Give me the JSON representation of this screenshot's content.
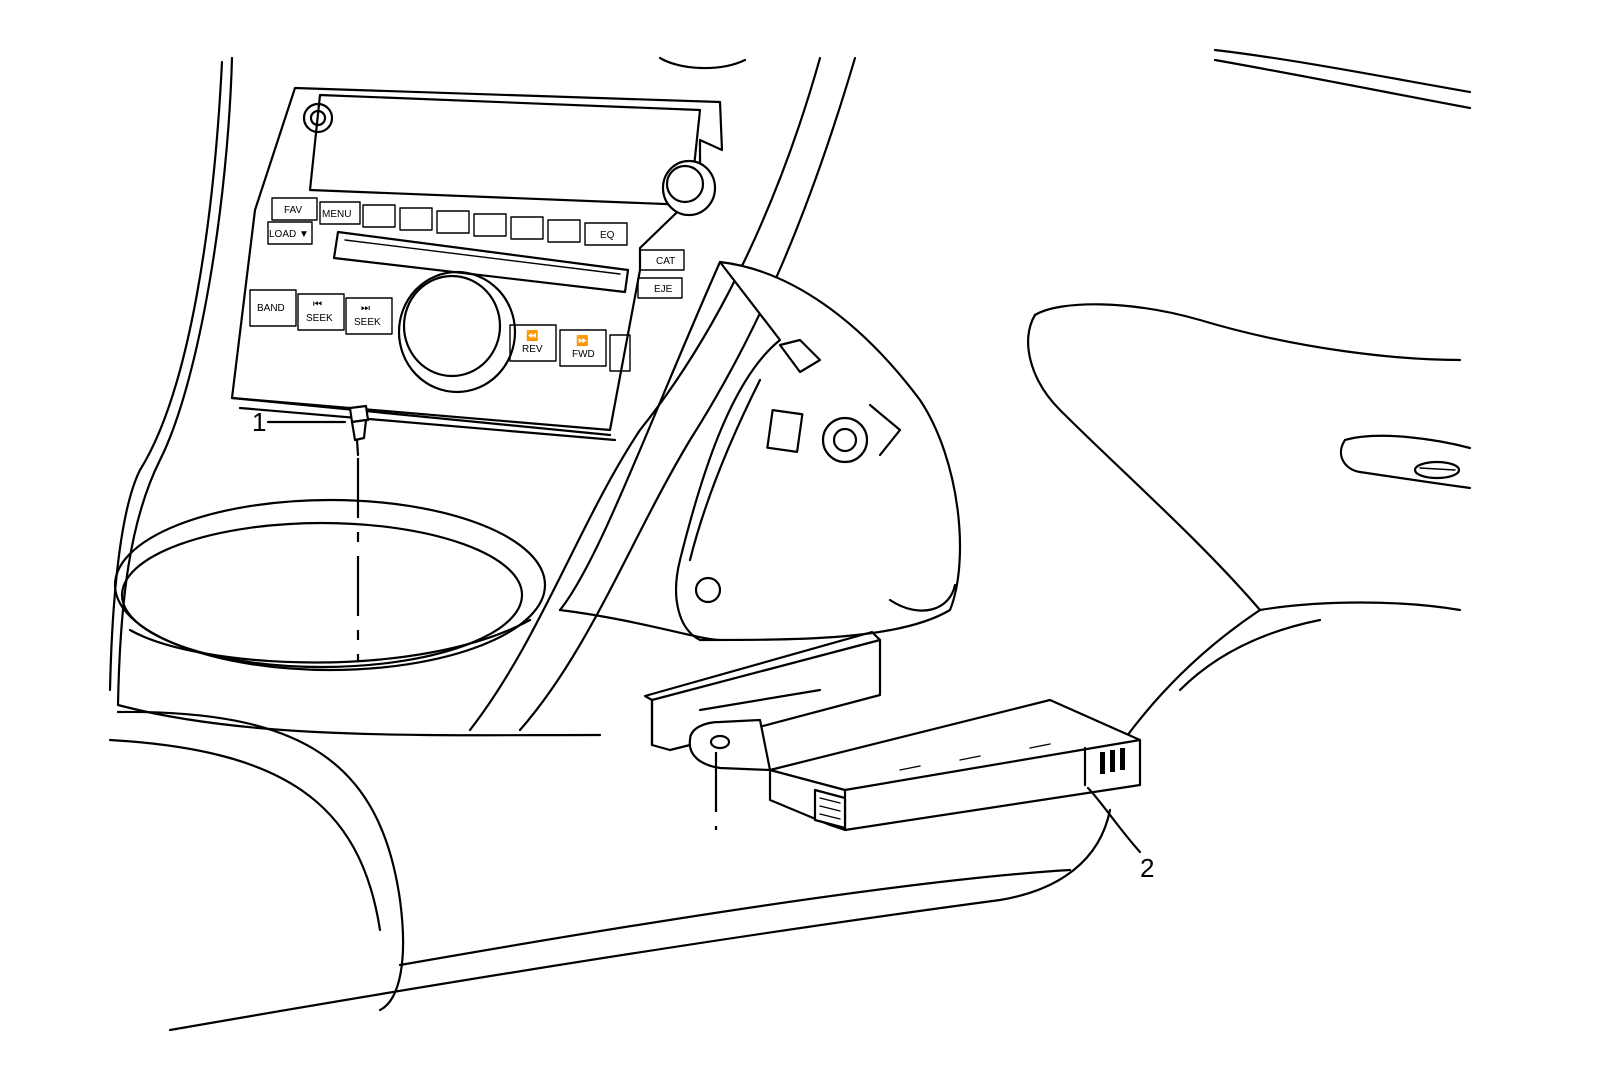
{
  "radio": {
    "buttons": {
      "fav": "FAV",
      "menu": "MENU",
      "load": "LOAD ▼",
      "eq": "EQ",
      "cat": "CAT",
      "eject": "EJE",
      "band": "BAND",
      "seek_back": "SEEK",
      "seek_fwd": "SEEK",
      "rev": "REV",
      "fwd": "FWD"
    }
  },
  "callouts": {
    "item1": "1",
    "item2": "2"
  }
}
